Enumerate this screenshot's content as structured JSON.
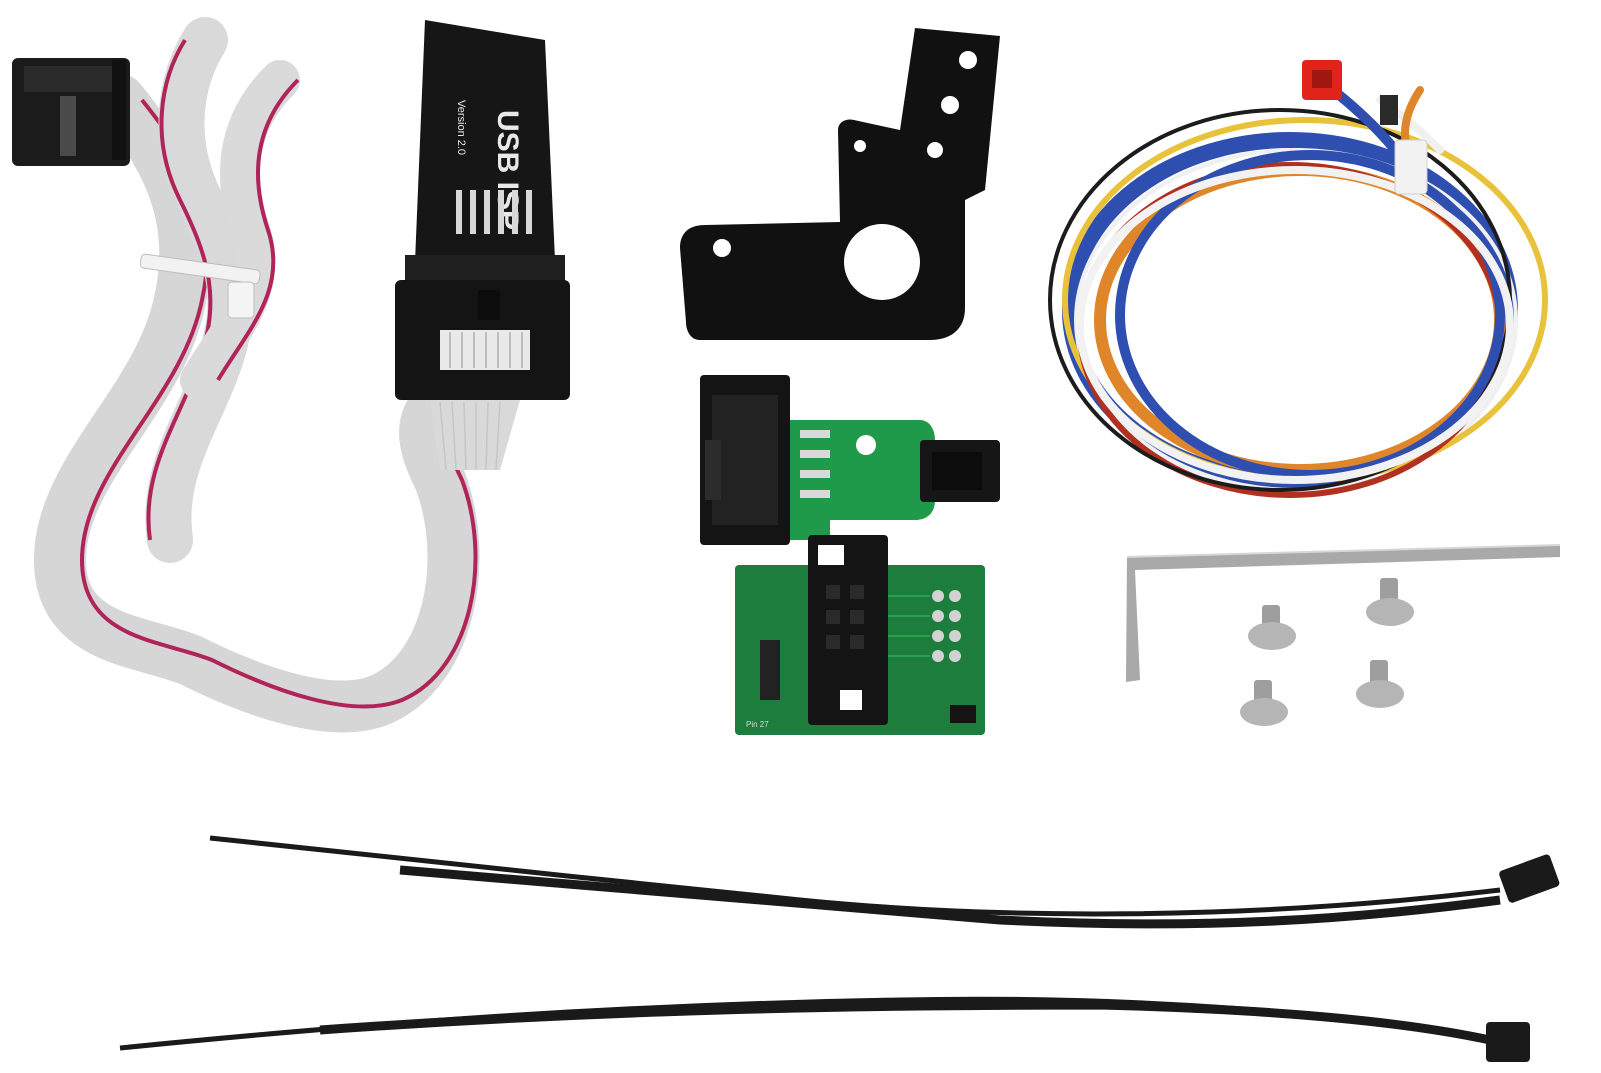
{
  "scene": {
    "background": "#ffffff",
    "items": [
      {
        "name": "ribbon-cable-with-idc-connector",
        "colors": {
          "cable": "#d9d9d9",
          "stripe": "#b0245a",
          "connector": "#1b1b1b"
        }
      },
      {
        "name": "usb-isp-programmer",
        "colors": {
          "body": "#161616",
          "print": "#e8e8e8"
        }
      },
      {
        "name": "extruder-mounting-bracket",
        "colors": {
          "plate": "#111111"
        }
      },
      {
        "name": "pin-adapter-board-green",
        "colors": {
          "pcb": "#1f9a4a",
          "header": "#141414"
        }
      },
      {
        "name": "pin-adapter-board-dark-green",
        "colors": {
          "pcb": "#1c7d3c",
          "header": "#141414"
        }
      },
      {
        "name": "multicolor-sensor-cable",
        "colors": {
          "blue": "#2f4fb0",
          "orange": "#e0862a",
          "yellow": "#e8c23a",
          "red": "#b23020",
          "white": "#f0f0f0",
          "black": "#1c1c1c",
          "plug": "#e0241c"
        }
      },
      {
        "name": "hex-allen-key",
        "colors": {
          "metal": "#a9a9a9"
        }
      },
      {
        "name": "mounting-screws",
        "count": 4,
        "colors": {
          "metal": "#b5b5b5"
        }
      },
      {
        "name": "cable-ties",
        "count": 2,
        "colors": {
          "tie": "#1a1a1a"
        }
      }
    ],
    "printed_text": {
      "programmer_label": "USB ISP",
      "programmer_sub": "Version 2.0",
      "adapter_label": "Pin 27"
    }
  }
}
